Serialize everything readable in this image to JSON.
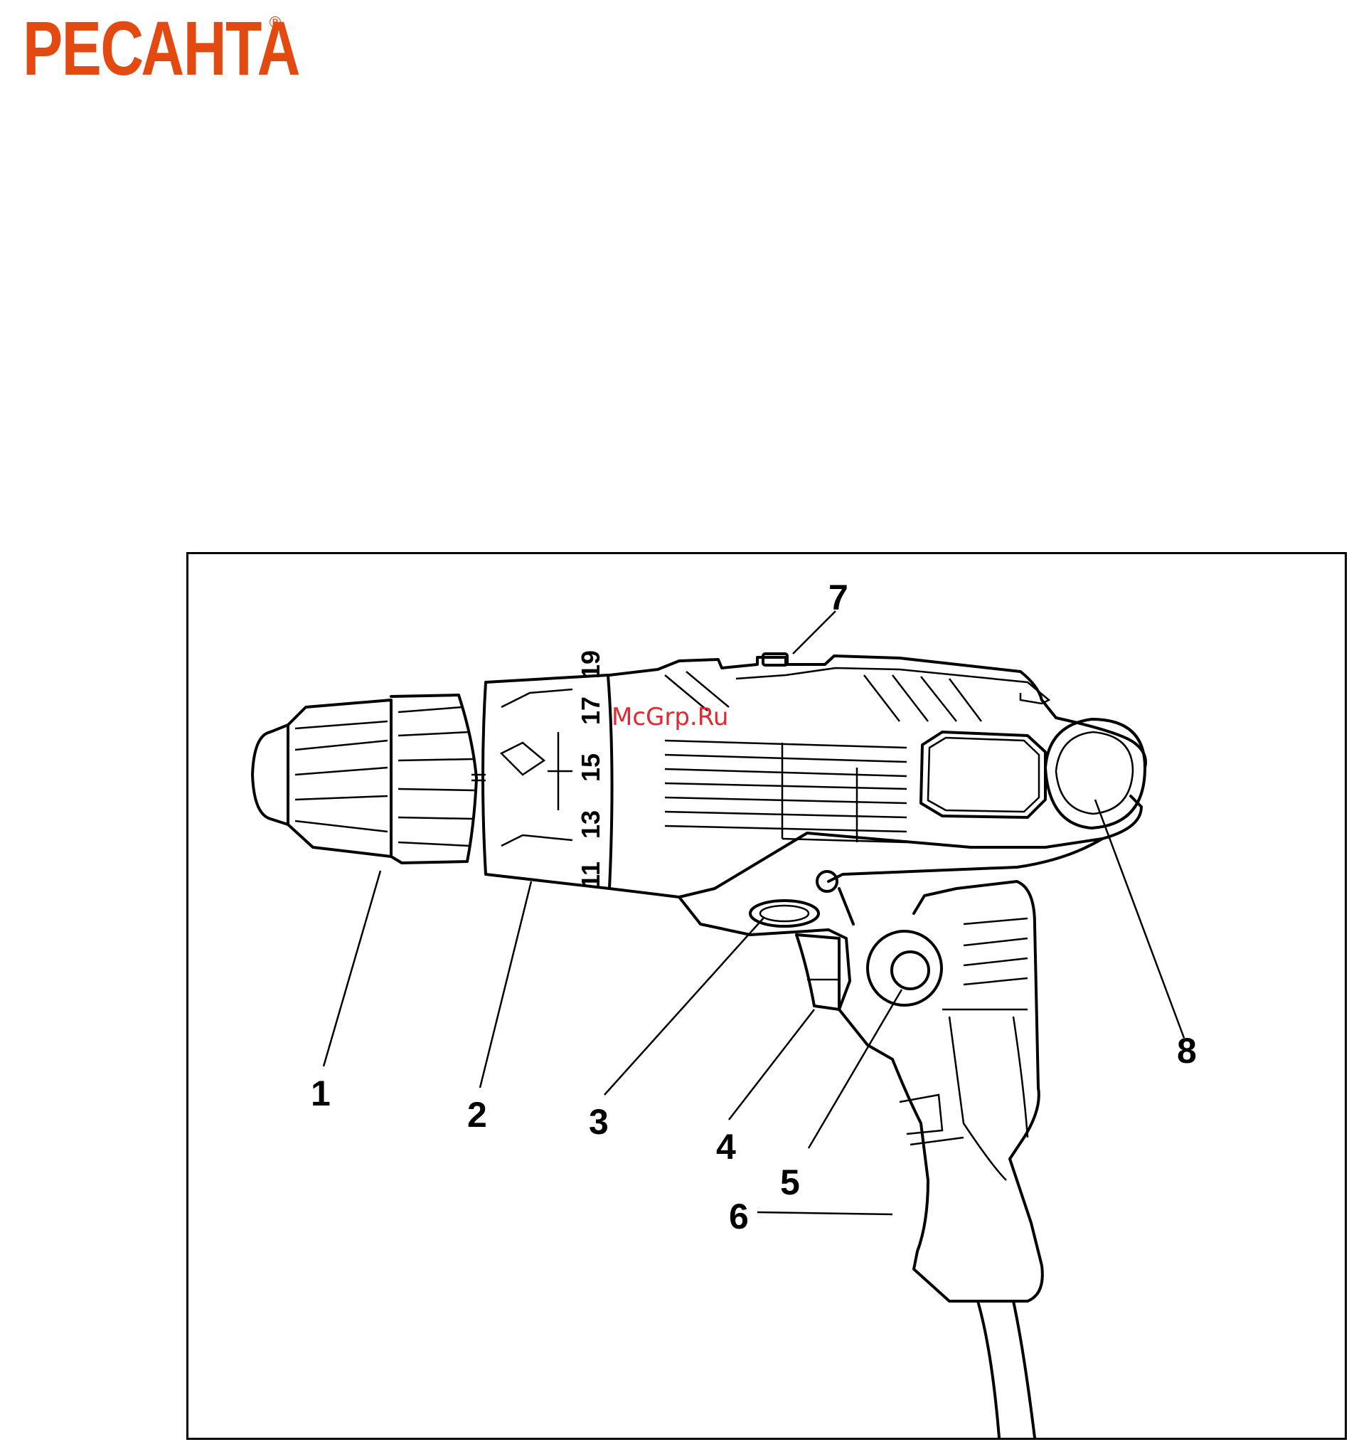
{
  "header": {
    "brand": "РЕСАНТА",
    "registered_mark": "®"
  },
  "figure": {
    "watermark": "McGrp.Ru",
    "torque_scale": [
      "11",
      "13",
      "15",
      "17",
      "19"
    ],
    "callouts": [
      "1",
      "2",
      "3",
      "4",
      "5",
      "6",
      "7",
      "8"
    ]
  },
  "colors": {
    "brand": "#e24a12",
    "watermark": "#e0282e",
    "line": "#000000"
  }
}
